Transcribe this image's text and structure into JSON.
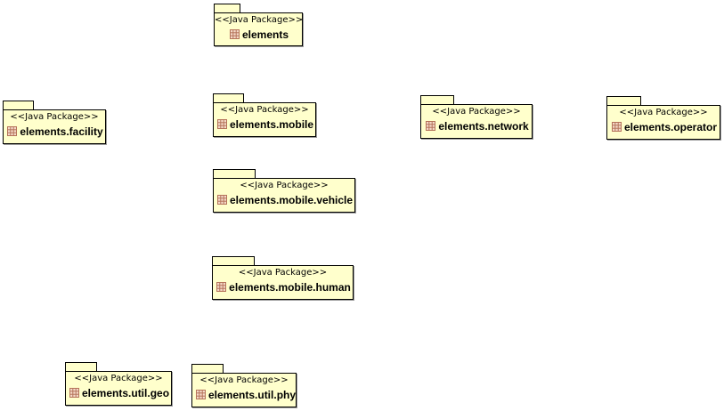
{
  "stereotype": "<<Java Package>>",
  "colors": {
    "fill": "#ffffcc",
    "border": "#000000",
    "icon": "#b5735a"
  },
  "packages": [
    {
      "id": "elements",
      "name": "elements"
    },
    {
      "id": "elements-facility",
      "name": "elements.facility"
    },
    {
      "id": "elements-mobile",
      "name": "elements.mobile"
    },
    {
      "id": "elements-network",
      "name": "elements.network"
    },
    {
      "id": "elements-operator",
      "name": "elements.operator"
    },
    {
      "id": "elements-mobile-vehicle",
      "name": "elements.mobile.vehicle"
    },
    {
      "id": "elements-mobile-human",
      "name": "elements.mobile.human"
    },
    {
      "id": "elements-util-geo",
      "name": "elements.util.geo"
    },
    {
      "id": "elements-util-phy",
      "name": "elements.util.phy"
    }
  ]
}
